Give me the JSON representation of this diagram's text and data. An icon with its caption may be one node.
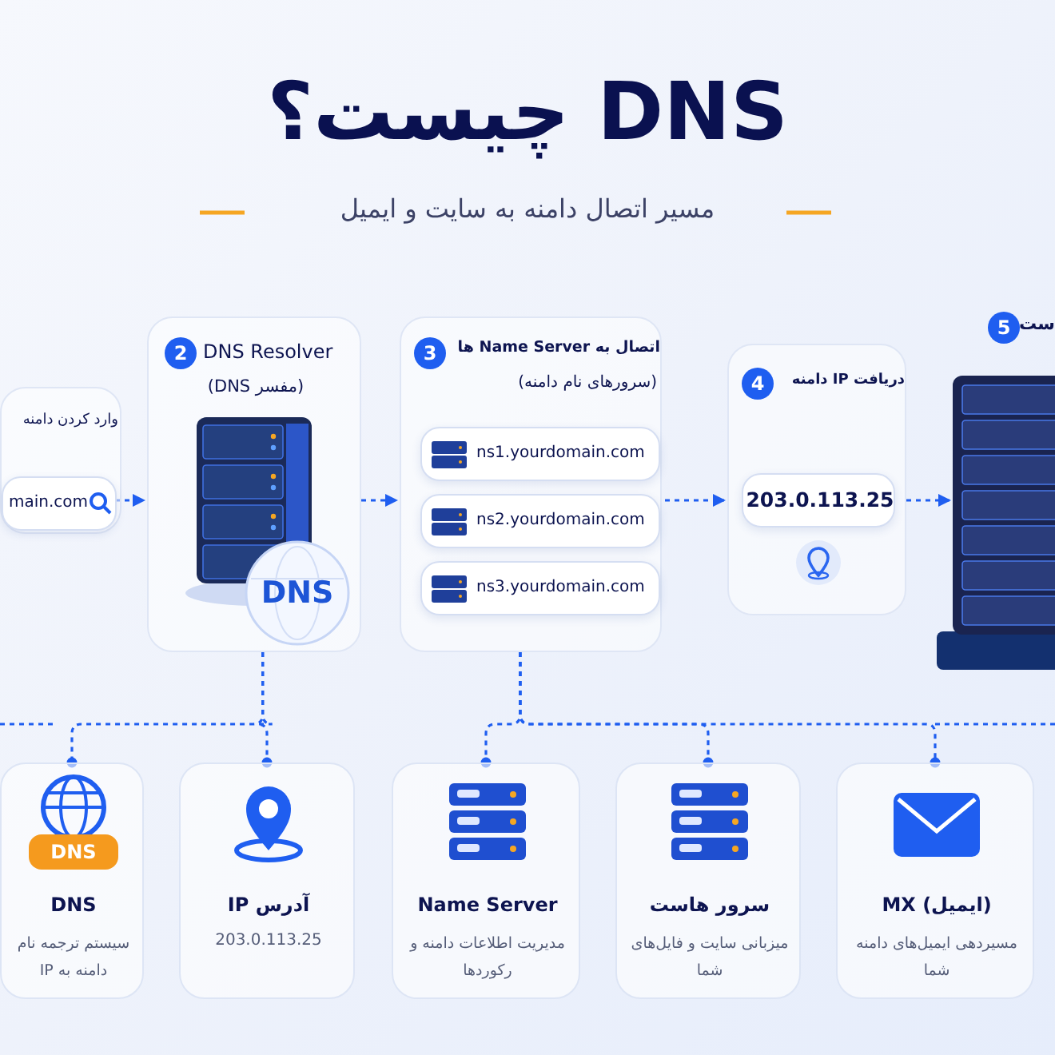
{
  "diagram": {
    "title": "DNS چیست؟",
    "caption": "مسیر اتصال دامنه به سایت و ایمیل",
    "nodes": [
      {
        "text": [
          "وارد کردن دامنه"
        ]
      },
      {
        "text": [
          "main.com"
        ],
        "in": 0
      },
      {
        "text": [
          "DNS Resolver",
          "2",
          "(مفسر DNS)"
        ]
      },
      {
        "text": [
          "DNS"
        ],
        "in": 2
      },
      {
        "text": [
          "اتصال به Name Server ها",
          "3",
          "(سرورهای نام دامنه)"
        ]
      },
      {
        "text": [
          "ns1.yourdomain.com"
        ],
        "in": 4
      },
      {
        "text": [
          "ns2.yourdomain.com"
        ],
        "in": 4
      },
      {
        "text": [
          "ns3.yourdomain.com"
        ],
        "in": 4
      },
      {
        "text": [
          "دریافت IP دامنه",
          "4"
        ]
      },
      {
        "text": [
          "203.0.113.25"
        ],
        "in": 8
      },
      {
        "text": [
          "ست",
          "5"
        ]
      },
      {
        "text": [
          "DNS",
          "سیستم ترجمه نام دامنه به IP"
        ]
      },
      {
        "text": [
          "DNS"
        ],
        "in": 11
      },
      {
        "text": [
          "آدرس IP",
          "203.0.113.25"
        ]
      },
      {
        "text": [
          "Name Server",
          "مدیریت اطلاعات دامنه و رکوردها"
        ]
      },
      {
        "text": [
          "سرور هاست",
          "میزبانی سایت و فایل‌های شما"
        ]
      },
      {
        "text": [
          "(ایمیل) MX",
          "مسیردهی ایمیل‌های دامنه شما"
        ]
      }
    ],
    "edges": [
      {
        "from": 1,
        "to": 2,
        "arrow": "to",
        "style": "dashed"
      },
      {
        "from": 2,
        "to": 4,
        "arrow": "to",
        "style": "dashed"
      },
      {
        "from": 4,
        "to": 8,
        "arrow": "to",
        "style": "dashed"
      },
      {
        "from": 8,
        "to": 10,
        "arrow": "to",
        "style": "dashed"
      },
      {
        "from": 2,
        "to": 11,
        "arrow": "other",
        "style": "dashed"
      },
      {
        "from": 2,
        "to": 13,
        "arrow": "other",
        "style": "dashed"
      },
      {
        "from": 4,
        "to": 14,
        "arrow": "other",
        "style": "dashed"
      },
      {
        "from": 4,
        "to": 15,
        "arrow": "other",
        "style": "dashed"
      },
      {
        "from": 4,
        "to": 16,
        "arrow": "other",
        "style": "dashed"
      }
    ]
  }
}
